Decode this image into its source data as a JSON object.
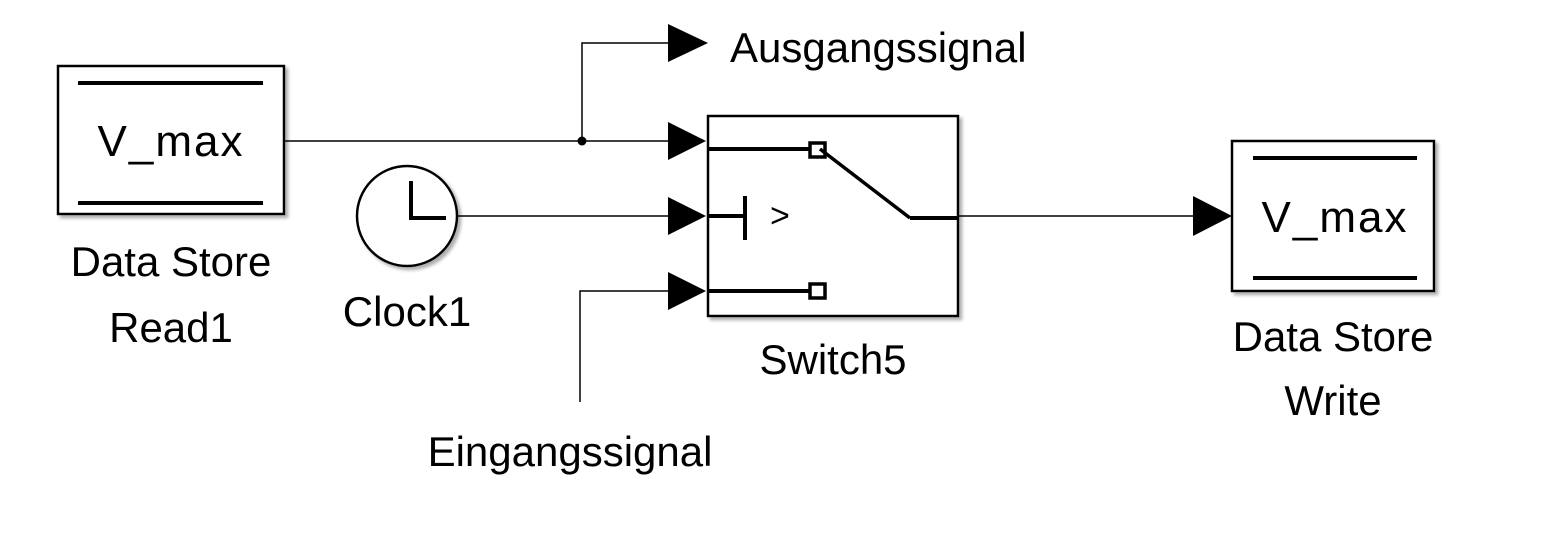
{
  "diagram": {
    "type": "simulink-model",
    "blocks": {
      "data_store_read": {
        "variable": "V_max",
        "name_line1": "Data Store",
        "name_line2": "Read1"
      },
      "clock": {
        "name": "Clock1"
      },
      "switch": {
        "name": "Switch5",
        "criteria_symbol": ">"
      },
      "data_store_write": {
        "variable": "V_max",
        "name_line1": "Data Store",
        "name_line2": "Write"
      }
    },
    "signals": {
      "output_label": "Ausgangssignal",
      "input_label": "Eingangssignal"
    },
    "connections": [
      {
        "from": "Data Store Read1",
        "to": "Switch5 input 1"
      },
      {
        "from": "Data Store Read1",
        "to": "Ausgangssignal"
      },
      {
        "from": "Clock1",
        "to": "Switch5 input 2"
      },
      {
        "from": "Eingangssignal",
        "to": "Switch5 input 3"
      },
      {
        "from": "Switch5",
        "to": "Data Store Write"
      }
    ],
    "colors": {
      "line": "#000000",
      "background": "#ffffff",
      "shadow": "#9a9a9a"
    }
  }
}
